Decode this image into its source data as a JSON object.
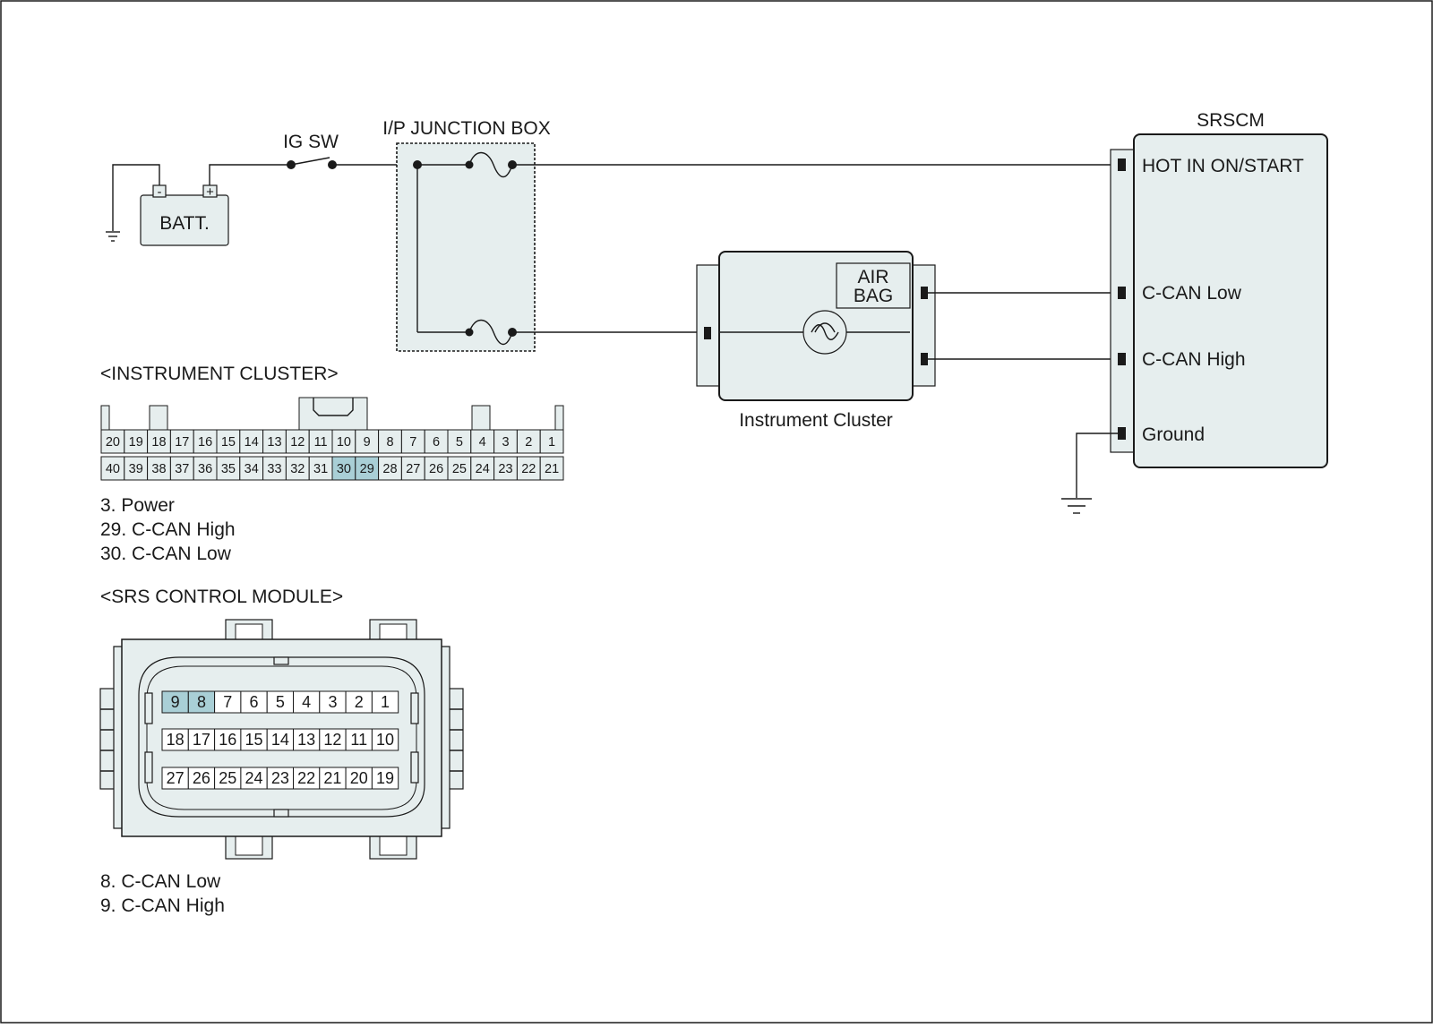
{
  "labels": {
    "ig_sw": "IG SW",
    "junction_box": "I/P JUNCTION BOX",
    "battery": "BATT.",
    "batt_minus": "-",
    "batt_plus": "+",
    "srscm": "SRSCM",
    "hot_in": "HOT IN ON/START",
    "ccan_low": "C-CAN Low",
    "ccan_high": "C-CAN High",
    "ground": "Ground",
    "airbag_line1": "AIR",
    "airbag_line2": "BAG",
    "instrument_cluster": "Instrument Cluster"
  },
  "cluster_connector": {
    "title": "<INSTRUMENT CLUSTER>",
    "top_row": [
      "20",
      "19",
      "18",
      "17",
      "16",
      "15",
      "14",
      "13",
      "12",
      "11",
      "10",
      "9",
      "8",
      "7",
      "6",
      "5",
      "4",
      "3",
      "2",
      "1"
    ],
    "bottom_row": [
      "40",
      "39",
      "38",
      "37",
      "36",
      "35",
      "34",
      "33",
      "32",
      "31",
      "30",
      "29",
      "28",
      "27",
      "26",
      "25",
      "24",
      "23",
      "22",
      "21"
    ],
    "highlighted": [
      "30",
      "29"
    ],
    "notes": [
      "3. Power",
      "29. C-CAN High",
      "30. C-CAN Low"
    ]
  },
  "srs_connector": {
    "title": "<SRS CONTROL MODULE>",
    "row1": [
      "9",
      "8",
      "7",
      "6",
      "5",
      "4",
      "3",
      "2",
      "1"
    ],
    "row2": [
      "18",
      "17",
      "16",
      "15",
      "14",
      "13",
      "12",
      "11",
      "10"
    ],
    "row3": [
      "27",
      "26",
      "25",
      "24",
      "23",
      "22",
      "21",
      "20",
      "19"
    ],
    "highlighted": [
      "9",
      "8"
    ],
    "notes": [
      "8. C-CAN Low",
      "9. C-CAN High"
    ]
  },
  "colors": {
    "component_fill": "#e6eeee",
    "highlight_fill": "#a9cfd6",
    "line": "#1a1a1a"
  }
}
